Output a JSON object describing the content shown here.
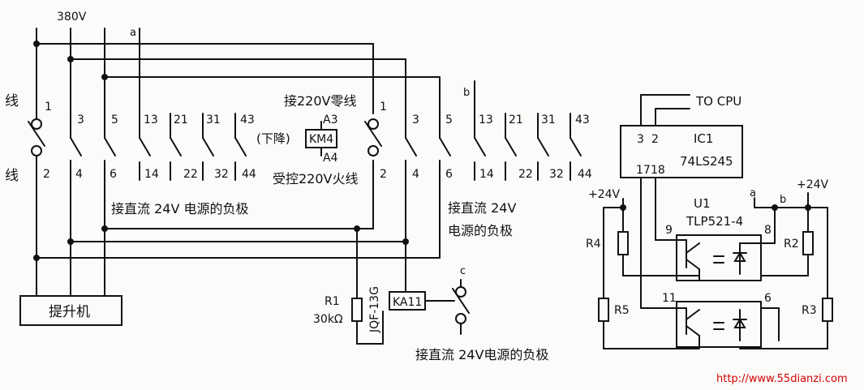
{
  "diagram": {
    "supply_label": "380V",
    "line_label_top": "线",
    "line_label_bottom": "线",
    "hoist_label": "提升机",
    "node_a_top": "a",
    "node_b_top": "b",
    "node_c": "c",
    "node_a_ic": "a",
    "node_b_ic": "b",
    "zero_line_label": "接220V零线",
    "fire_line_label": "受控220V火线",
    "down_label": "(下降)",
    "km4_label": "KM4",
    "a3_label": "A3",
    "a4_label": "A4",
    "neg1_label": "接直流 24V 电源的负极",
    "neg2_line1": "接直流 24V",
    "neg2_line2": "电源的负极",
    "neg3_label": "接直流 24V电源的负极",
    "r1_label": "R1",
    "r1_value": "30kΩ",
    "jqf_label": "JQF-13G",
    "ka11_label": "KA11",
    "to_cpu": "TO CPU",
    "ic1_label": "IC1",
    "ic1_chip": "74LS245",
    "ic_pin3": "3",
    "ic_pin2": "2",
    "ic_pin17": "17",
    "ic_pin18": "18",
    "u1_label": "U1",
    "u1_chip": "TLP521-4",
    "v24_left": "+24V",
    "v24_right": "+24V",
    "r2": "R2",
    "r3": "R3",
    "r4": "R4",
    "r5": "R5",
    "pin9": "9",
    "pin8": "8",
    "pin11": "11",
    "pin6": "6",
    "watermark": "http://www.55dianzi.com",
    "group1_top": [
      "1",
      "3",
      "5",
      "13",
      "21",
      "31",
      "43"
    ],
    "group1_bottom": [
      "2",
      "4",
      "6",
      "14",
      "22",
      "32",
      "44"
    ],
    "group2_top": [
      "1",
      "3",
      "5",
      "13",
      "21",
      "31",
      "43"
    ],
    "group2_bottom": [
      "2",
      "4",
      "6",
      "14",
      "22",
      "32",
      "44"
    ]
  }
}
